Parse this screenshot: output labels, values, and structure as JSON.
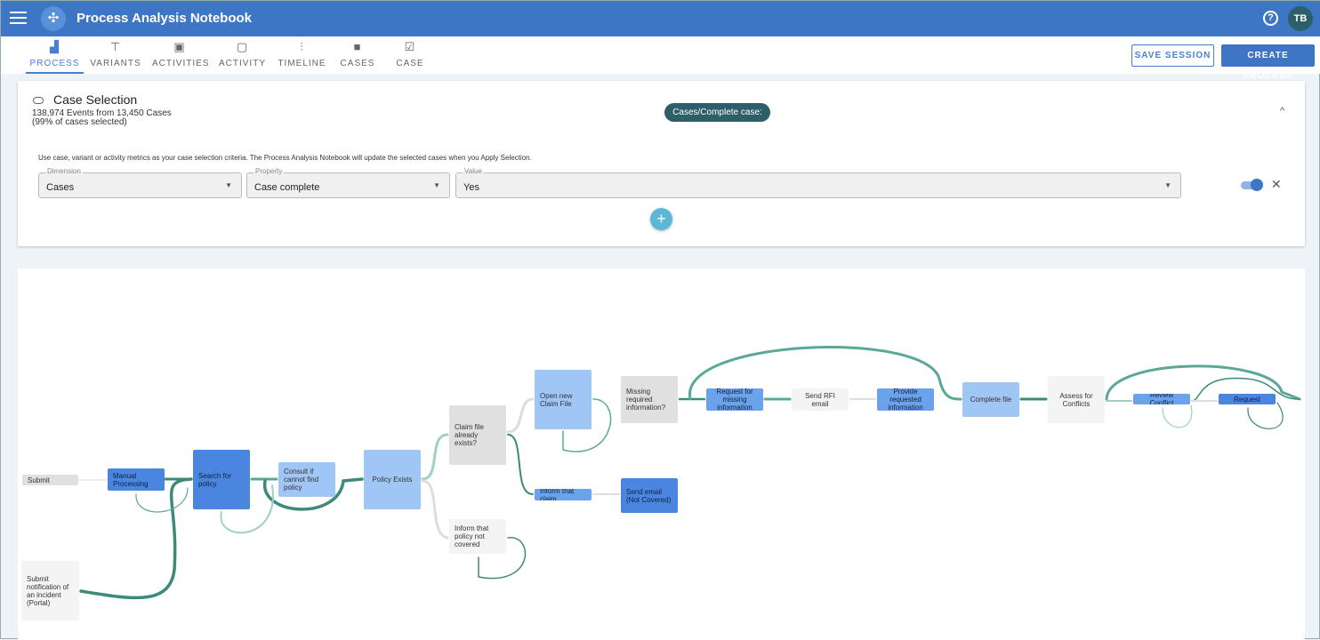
{
  "header": {
    "title": "Process Analysis Notebook",
    "avatar": "TB",
    "help": "?"
  },
  "tabs": [
    {
      "label": "PROCESS",
      "icon": "bar-chart-icon"
    },
    {
      "label": "VARIANTS",
      "icon": "signpost-icon"
    },
    {
      "label": "ACTIVITIES",
      "icon": "inbox-icon"
    },
    {
      "label": "ACTIVITY",
      "icon": "tray-icon"
    },
    {
      "label": "TIMELINE",
      "icon": "timeline-icon"
    },
    {
      "label": "CASES",
      "icon": "briefcase-icon"
    },
    {
      "label": "CASE",
      "icon": "briefcase-check-icon"
    }
  ],
  "actions": {
    "save": "SAVE SESSION",
    "create": "CREATE PROCESS"
  },
  "selection": {
    "title": "Case Selection",
    "events": "138,974 Events from 13,450 Cases",
    "percent": "(99% of cases selected)",
    "chip": "Cases/Complete case: Yes",
    "hint": "Use case, variant or activity metrics as your case selection criteria. The Process Analysis Notebook will update the selected cases when you Apply Selection.",
    "dimension": {
      "label": "Dimension",
      "value": "Cases"
    },
    "property": {
      "label": "Property",
      "value": "Case complete"
    },
    "value": {
      "label": "Value",
      "value": "Yes"
    },
    "enabled": true
  },
  "nodes": {
    "submit": "Submit",
    "manual": "Manual Processing",
    "search": "Search for policy",
    "consult": "Consult if cannot find policy",
    "policy_exists": "Policy Exists",
    "claim_exists": "Claim file already exists?",
    "inform_policy": "Inform that policy not covered",
    "submit_portal": "Submit notification of an incident (Portal)",
    "open_claim": "Open new Claim File",
    "missing": "Missing required information?",
    "inform_claim": "Inform that claim",
    "send_email": "Send email (Not Covered)",
    "request_missing": "Request for missing information",
    "send_rfi": "Send RFI email",
    "provide": "Provide requested information",
    "complete": "Complete file",
    "assess": "Assess for Conflicts",
    "review": "Review Conflict",
    "request": "Request"
  },
  "colors": {
    "brand": "#3d76c5",
    "teal_dark": "#3d8a7a",
    "teal_light": "#9fd0c6"
  }
}
